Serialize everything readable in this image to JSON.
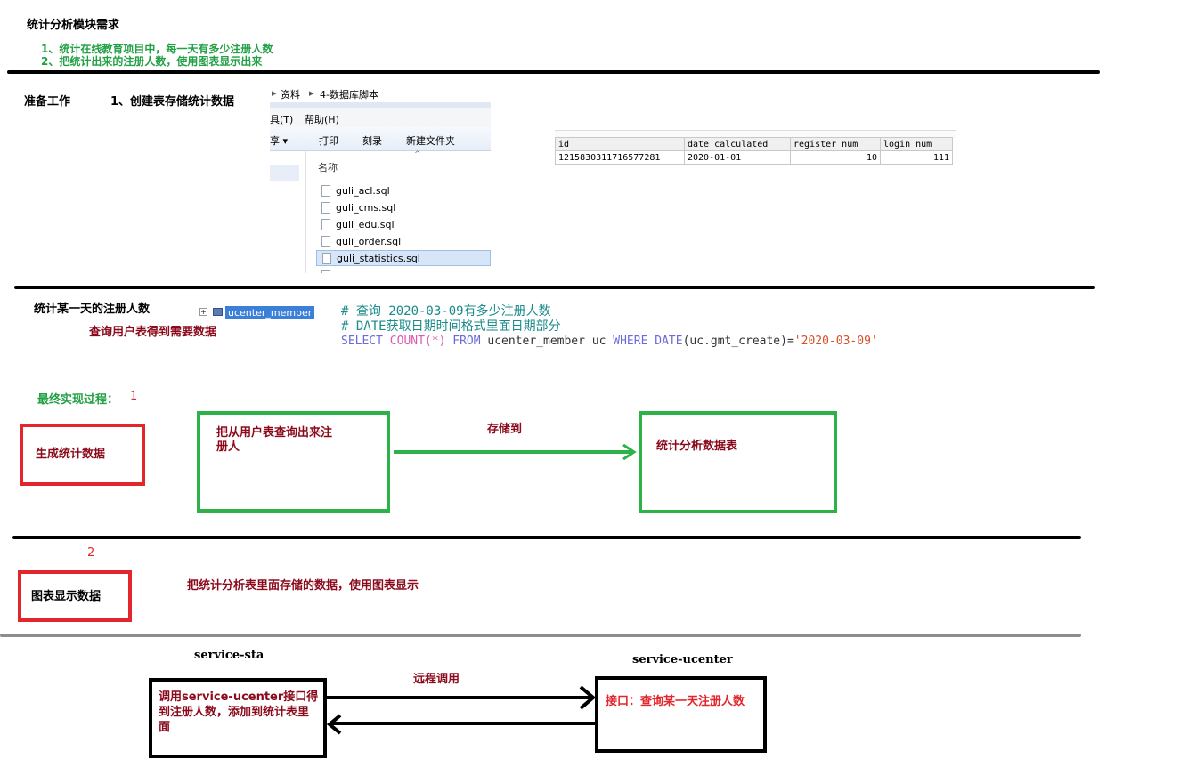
{
  "title": "统计分析模块需求",
  "requirements": [
    "1、统计在线教育项目中，每一天有多少注册人数",
    "2、把统计出来的注册人数，使用图表显示出来"
  ],
  "prep": {
    "label": "准备工作",
    "step": "1、创建表存储统计数据"
  },
  "explorer": {
    "breadcrumb": [
      "资料",
      "4-数据库脚本"
    ],
    "menu": [
      "具(T)",
      "帮助(H)"
    ],
    "toolbar": [
      "享 ▾",
      "打印",
      "刻录",
      "新建文件夹"
    ],
    "column_header": "名称",
    "files": [
      "guli_acl.sql",
      "guli_cms.sql",
      "guli_edu.sql",
      "guli_order.sql",
      "guli_statistics.sql"
    ],
    "selected_file": "guli_statistics.sql"
  },
  "db_table": {
    "columns": [
      "id",
      "date_calculated",
      "register_num",
      "login_num"
    ],
    "rows": [
      [
        "1215830311716577281",
        "2020-01-01",
        "10",
        "111"
      ]
    ]
  },
  "count_section": {
    "label": "统计某一天的注册人数",
    "note": "查询用户表得到需要数据",
    "tree_item": "ucenter_member",
    "sql_comment1": "# 查询 2020-03-09有多少注册人数",
    "sql_comment2": "# DATE获取日期时间格式里面日期部分",
    "sql": {
      "select": "SELECT",
      "count": "COUNT(*)",
      "from": "FROM",
      "table": "ucenter_member uc",
      "where": "WHERE",
      "date": "DATE",
      "expr": "(uc.gmt_create)=",
      "value": "'2020-03-09'"
    }
  },
  "final_process": {
    "label": "最终实现过程：",
    "number": "1",
    "generate_box": "生成统计数据",
    "source_box": "把从用户表查询出来注册人",
    "arrow_label": "存储到",
    "target_box": "统计分析数据表"
  },
  "chart_section": {
    "number": "2",
    "box": "图表显示数据",
    "description": "把统计分析表里面存储的数据，使用图表显示"
  },
  "services": {
    "sta_name": "service-sta",
    "ucenter_name": "service-ucenter",
    "arrow_label": "远程调用",
    "sta_box": "调用service-ucenter接口得到注册人数，添加到统计表里面",
    "ucenter_box": "接口：查询某一天注册人数"
  },
  "colors": {
    "green": "#22a045",
    "red": "#e3262c",
    "dark_red": "#8b0b1c",
    "box_green": "#2db24a",
    "box_red": "#e3262c"
  }
}
